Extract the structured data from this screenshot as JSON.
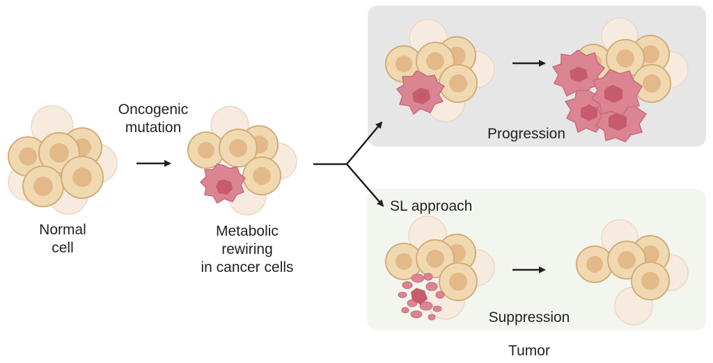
{
  "labels": {
    "oncogenic_mutation_line1": "Oncogenic",
    "oncogenic_mutation_line2": "mutation",
    "normal_cell_line1": "Normal",
    "normal_cell_line2": "cell",
    "metabolic_line1": "Metabolic",
    "metabolic_line2": "rewiring",
    "metabolic_line3": "in cancer cells",
    "progression": "Progression",
    "sl_approach": "SL approach",
    "suppression": "Suppression",
    "tumor": "Tumor"
  },
  "colors": {
    "progression_panel": "#e6e6e7",
    "suppression_panel": "#f2f6ee",
    "healthy_cell": "#f0d9b0",
    "healthy_cell_nucleus": "#e3b98a",
    "healthy_cell_outline": "#d2ac78",
    "faded_cell": "#f7ebe0",
    "cancer_cell": "#dc8592",
    "cancer_cell_nucleus": "#c65b6c",
    "arrow": "#231f20",
    "text": "#231f20"
  },
  "icons": [
    "normal-cell-cluster",
    "rewired-cell-cluster",
    "progressing-tumor-cluster",
    "fragmenting-tumor-cluster",
    "suppressed-cell-cluster"
  ]
}
